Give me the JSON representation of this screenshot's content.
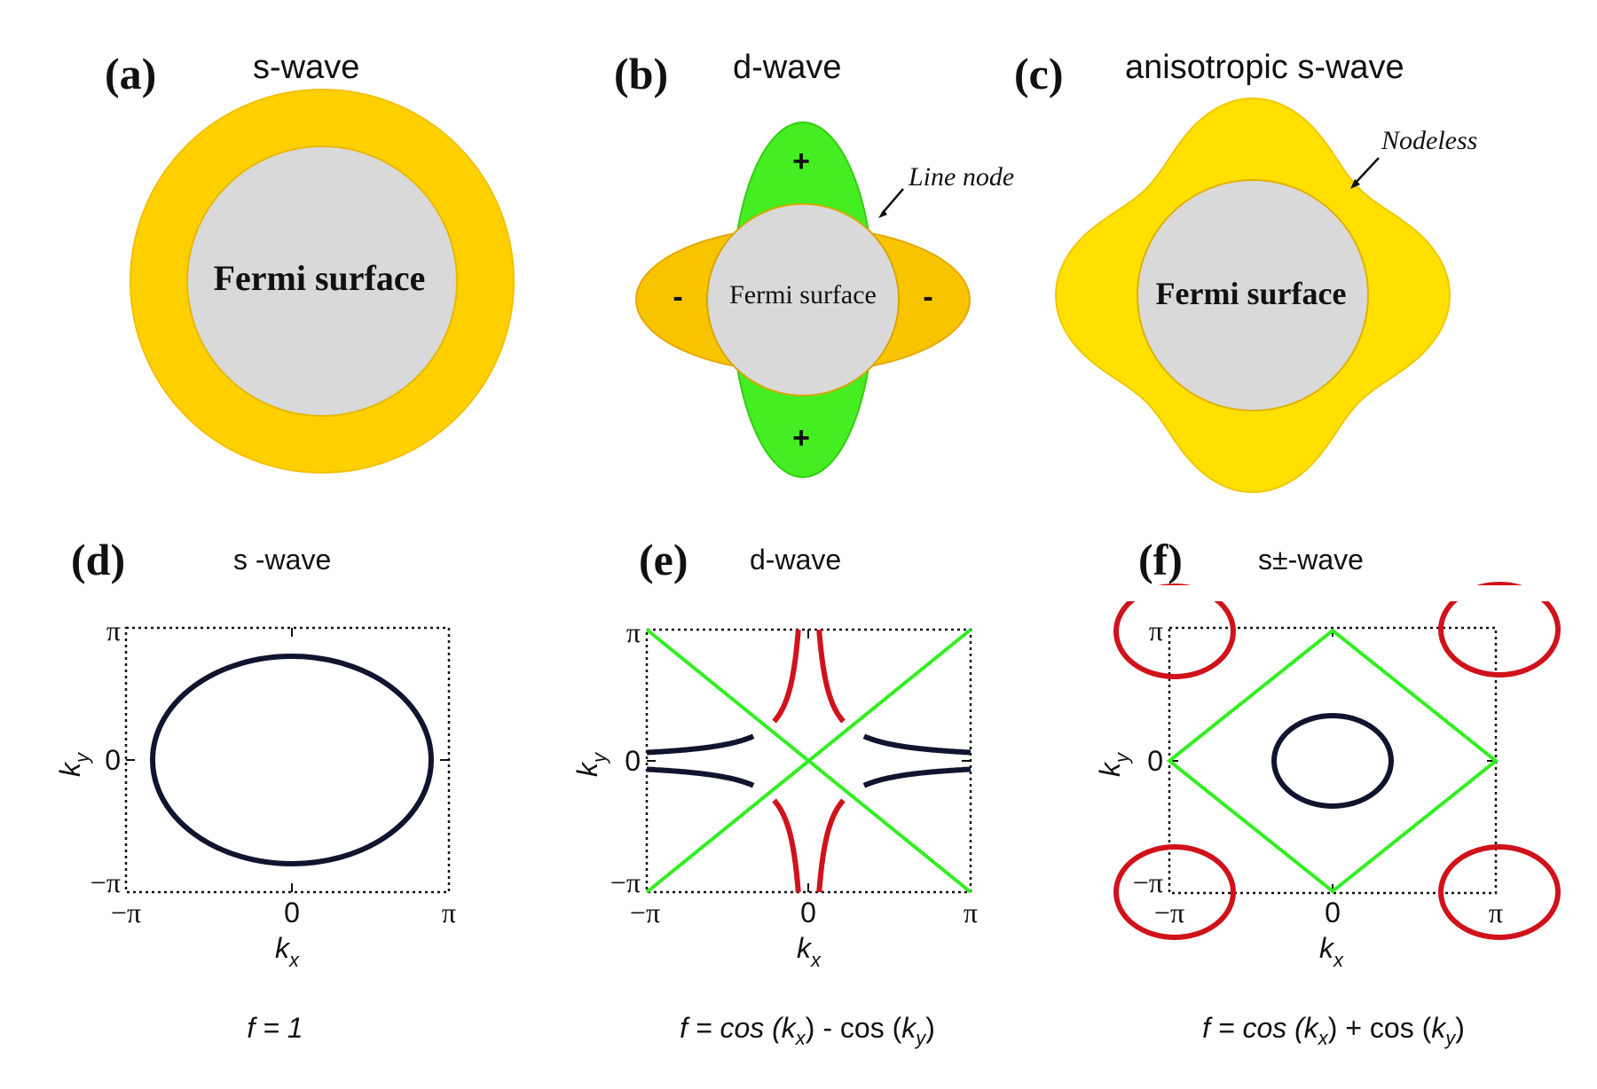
{
  "panels": {
    "a": {
      "letter": "(a)",
      "title": "s-wave",
      "center_label": "Fermi surface"
    },
    "b": {
      "letter": "(b)",
      "title": "d-wave",
      "center_label": "Fermi surface",
      "sign_top": "+",
      "sign_bottom": "+",
      "sign_left": "-",
      "sign_right": "-",
      "annotation": "Line node"
    },
    "c": {
      "letter": "(c)",
      "title": "anisotropic s-wave",
      "center_label": "Fermi surface",
      "annotation": "Nodeless"
    },
    "d": {
      "letter": "(d)",
      "title": "s -wave",
      "formula": "f = 1"
    },
    "e": {
      "letter": "(e)",
      "title": "d-wave",
      "formula": {
        "pre": "f = cos (",
        "kx": "k",
        "kx_sub": "x",
        "mid": ") - cos (",
        "ky": "k",
        "ky_sub": "y",
        "post": ")"
      }
    },
    "f": {
      "letter": "(f)",
      "title": "s±-wave",
      "formula": {
        "pre": "f = cos (",
        "kx": "k",
        "kx_sub": "x",
        "mid": ") + cos (",
        "ky": "k",
        "ky_sub": "y",
        "post": ")"
      }
    }
  },
  "axes": {
    "tick_pi": "π",
    "tick_neg_pi": "−π",
    "tick_zero": "0",
    "xlabel": "k",
    "xlabel_sub": "x",
    "ylabel": "k",
    "ylabel_sub": "y"
  },
  "colors": {
    "gap_yellow": "#FFD000",
    "anisotropic_yellow": "#FFE000",
    "fermi_gray": "#D9D9D9",
    "lobe_green": "#44EE22",
    "lobe_orange": "#F8C400",
    "curve_navy": "#10142E",
    "curve_red": "#D0121A",
    "node_green": "#33EE22"
  }
}
